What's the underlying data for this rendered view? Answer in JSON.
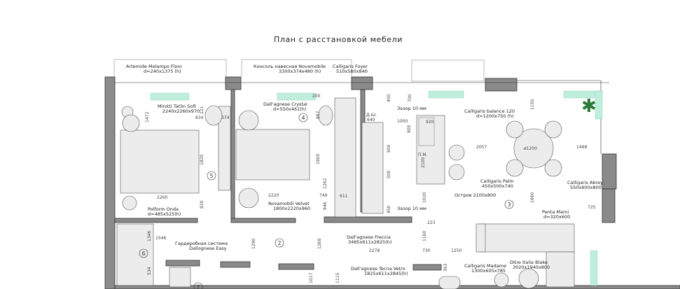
{
  "title": "План с расстановкой мебели",
  "rooms": [
    "2",
    "3",
    "4",
    "5",
    "6",
    "7"
  ],
  "labels": {
    "artemide": [
      "Artemide Melampo Floor",
      "d=240x1375 (h)"
    ],
    "console": [
      "Консоль навесная Novamobile",
      "3300x374x480 (h)"
    ],
    "foyer": [
      "Calligaris Foyer",
      "510x580x840"
    ],
    "mirotti": [
      "Mirotti Tatlin Soft",
      "2240x2260x970"
    ],
    "crystal": [
      "Dall'agnese Crystal",
      "d=550x461(h)"
    ],
    "balance": [
      "Calligaris balance 120",
      "d=1200x750 (h)"
    ],
    "palm": [
      "Calligaris Palm",
      "450x500x740"
    ],
    "abrey": [
      "Calligaris Abrey",
      "550x600x800"
    ],
    "island": [
      "Остров 2100x800"
    ],
    "gap1": [
      "Зазор 10 мм"
    ],
    "gap2": [
      "Зазор 10 мм"
    ],
    "polform": [
      "Polform Onda",
      "d=485x525(h)"
    ],
    "velvet": [
      "Novamobili Velvet",
      "1800x2220x960"
    ],
    "freccia": [
      "Dall'agnese Freccia",
      "3485x611x2825(h)"
    ],
    "wardrobe": [
      "Гардеробная система",
      "Dallognese Easy"
    ],
    "tecna": [
      "Dall'agnese Tecna Vetro",
      "1825x611x2845(h)"
    ],
    "madame": [
      "Calligaris Madame",
      "1300x605x785"
    ],
    "blake": [
      "Ditre Italia Blake",
      "3020x1940x800"
    ],
    "penta": [
      "Penta Mami",
      "d=320x600"
    ]
  },
  "kitchen_marks": {
    "dishwasher": "Д.Ш.",
    "dishwasher_w": "640",
    "sink_zone": "П.М.",
    "table_d": "ø1200"
  },
  "dimensions": [
    "1472",
    "834",
    "374",
    "221",
    "2260",
    "820",
    "1820",
    "2220",
    "749",
    "946",
    "1262",
    "1800",
    "200",
    "867",
    "1000",
    "920",
    "700",
    "450",
    "600",
    "900",
    "500",
    "2100",
    "2057",
    "1468",
    "1150",
    "1660",
    "725",
    "2278",
    "1250",
    "730",
    "1160",
    "1020",
    "223",
    "1546",
    "1346",
    "534",
    "1268",
    "1290",
    "1115",
    "1017",
    "363",
    "611",
    "450"
  ]
}
